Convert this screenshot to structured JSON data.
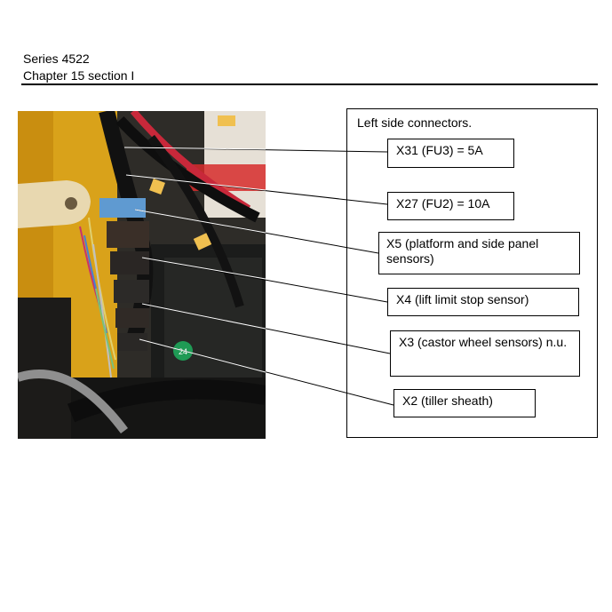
{
  "header": {
    "series": "Series 4522",
    "chapter": "Chapter 15 section I"
  },
  "panel": {
    "title": "Left side connectors."
  },
  "labels": {
    "x31": "X31 (FU3) = 5A",
    "x27": "X27 (FU2) = 10A",
    "x5": "X5 (platform and side panel sensors)",
    "x4": "X4 (lift limit stop sensor)",
    "x3": "X3 (castor wheel sensors) n.u.",
    "x2": "X2 (tiller sheath)"
  },
  "photo": {
    "description_icon": "wiring-harness-photo",
    "badge_text": "24"
  }
}
